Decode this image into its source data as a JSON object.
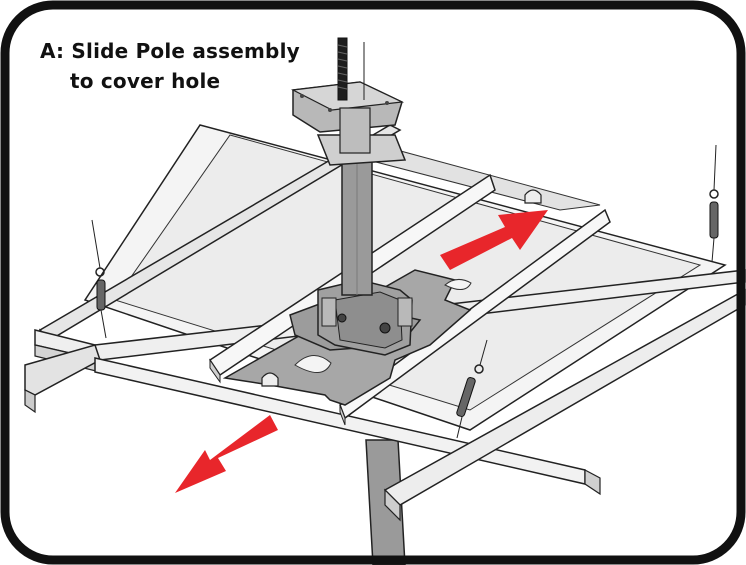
{
  "instruction": {
    "line1": "A: Slide Pole assembly",
    "line2": "to cover hole"
  },
  "colors": {
    "frame": "#111111",
    "arrow": "#e8262b",
    "plate": "#a7a7a7",
    "pole": "#9a9a9a",
    "metal_light": "#eeeeee",
    "metal_mid": "#cfcfcf"
  },
  "icons": [
    "direction-arrow-right",
    "direction-arrow-left"
  ]
}
